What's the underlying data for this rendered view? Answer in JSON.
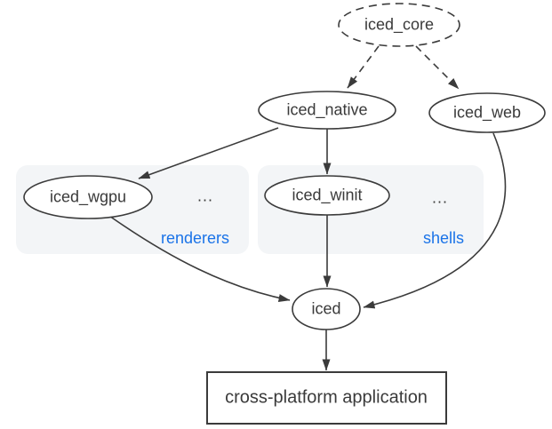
{
  "nodes": {
    "iced_core": {
      "label": "iced_core"
    },
    "iced_native": {
      "label": "iced_native"
    },
    "iced_web": {
      "label": "iced_web"
    },
    "iced_wgpu": {
      "label": "iced_wgpu"
    },
    "iced_winit": {
      "label": "iced_winit"
    },
    "iced": {
      "label": "iced"
    },
    "app": {
      "label": "cross-platform application"
    }
  },
  "groups": {
    "renderers": {
      "label": "renderers",
      "more": "..."
    },
    "shells": {
      "label": "shells",
      "more": "..."
    }
  },
  "edges": [
    {
      "from": "iced_core",
      "to": "iced_native",
      "style": "dashed"
    },
    {
      "from": "iced_core",
      "to": "iced_web",
      "style": "dashed"
    },
    {
      "from": "iced_native",
      "to": "iced_wgpu",
      "style": "solid"
    },
    {
      "from": "iced_native",
      "to": "iced_winit",
      "style": "solid"
    },
    {
      "from": "iced_wgpu",
      "to": "iced",
      "style": "solid"
    },
    {
      "from": "iced_winit",
      "to": "iced",
      "style": "solid"
    },
    {
      "from": "iced_web",
      "to": "iced",
      "style": "solid"
    },
    {
      "from": "iced",
      "to": "app",
      "style": "solid"
    }
  ],
  "colors": {
    "stroke": "#3b3b3b",
    "text": "#3a3a3a",
    "group_background": "#f3f5f7",
    "group_label": "#1a73e8",
    "node_fill": "#ffffff",
    "background": "#ffffff"
  }
}
